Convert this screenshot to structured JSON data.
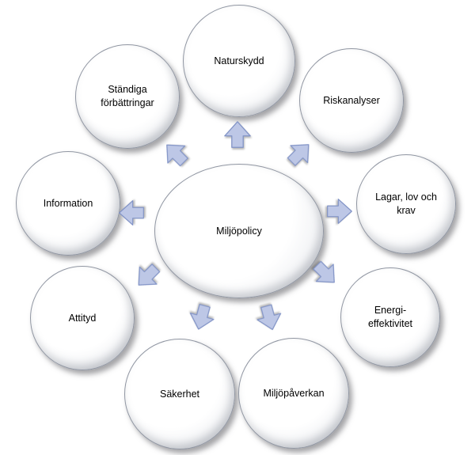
{
  "diagram": {
    "title": "Miljöpolicy cycle diagram",
    "center": {
      "label": "Miljöpolicy"
    },
    "nodes": [
      {
        "id": "naturskydd",
        "label": "Naturskydd"
      },
      {
        "id": "standiga-forbattringar",
        "label": "Ständiga\nförbättringar"
      },
      {
        "id": "riskanalyser",
        "label": "Riskanalyser"
      },
      {
        "id": "information",
        "label": "Information"
      },
      {
        "id": "lagar-lov-och-krav",
        "label": "Lagar, lov och\nkrav"
      },
      {
        "id": "attityd",
        "label": "Attityd"
      },
      {
        "id": "energieffektivitet",
        "label": "Energi-\neffektivitet"
      },
      {
        "id": "sakerhet",
        "label": "Säkerhet"
      },
      {
        "id": "miljopaverkan",
        "label": "Miljöpåverkan"
      }
    ],
    "arrows": [
      {
        "target": "naturskydd",
        "direction": "up"
      },
      {
        "target": "standiga-forbattringar",
        "direction": "up-left"
      },
      {
        "target": "riskanalyser",
        "direction": "up-right"
      },
      {
        "target": "information",
        "direction": "left"
      },
      {
        "target": "lagar-lov-och-krav",
        "direction": "right"
      },
      {
        "target": "attityd",
        "direction": "down-left"
      },
      {
        "target": "energieffektivitet",
        "direction": "down-right"
      },
      {
        "target": "sakerhet",
        "direction": "down-slight-left"
      },
      {
        "target": "miljopaverkan",
        "direction": "down-slight-right"
      }
    ],
    "colors": {
      "arrow_fill": "#bdc7e6",
      "arrow_stroke": "#8193c6",
      "node_fill": "#ffffff",
      "node_rim": "#b7bbc5",
      "text": "#000000",
      "background": "#ffffff"
    }
  }
}
